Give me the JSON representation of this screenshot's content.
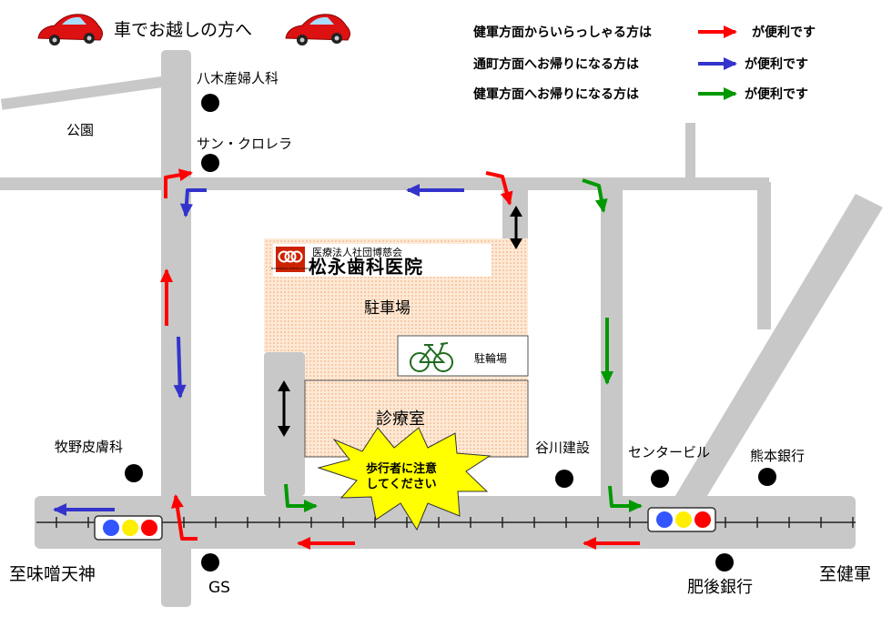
{
  "header": {
    "title": "車でお越しの方へ"
  },
  "legend": {
    "items": [
      {
        "text": "健軍方面からいらっしゃる方は",
        "suffix": "が便利です",
        "color": "#ff0000"
      },
      {
        "text": "通町方面へお帰りになる方は",
        "suffix": "が便利です",
        "color": "#3333cc"
      },
      {
        "text": "健軍方面へお帰りになる方は",
        "suffix": "が便利です",
        "color": "#009900"
      }
    ]
  },
  "clinic": {
    "org": "医療法人社団博慈会",
    "name": "松永歯科医院",
    "logo_sub": "MATSUNAGA DENTAL CLINIC",
    "parking": "駐車場",
    "bicycle": "駐輪場",
    "exam_room": "診療室"
  },
  "caution": {
    "line1": "歩行者に注意",
    "line2": "してください"
  },
  "landmarks": {
    "yagi": "八木産婦人科",
    "park": "公園",
    "sanclo": "サン・クロレラ",
    "makino": "牧野皮膚科",
    "tanigawa": "谷川建設",
    "center": "センタービル",
    "kumamoto_bank": "熊本銀行",
    "gs": "GS",
    "higo_bank": "肥後銀行"
  },
  "directions": {
    "west": "至味噌天神",
    "east": "至健軍"
  },
  "colors": {
    "road": "#c8c8c8",
    "parking_fill": "#fbe3cc",
    "arrow_red": "#ff0000",
    "arrow_blue": "#3333cc",
    "arrow_green": "#009900",
    "caution_fill": "#ffff00",
    "logo_red": "#cc2200"
  }
}
